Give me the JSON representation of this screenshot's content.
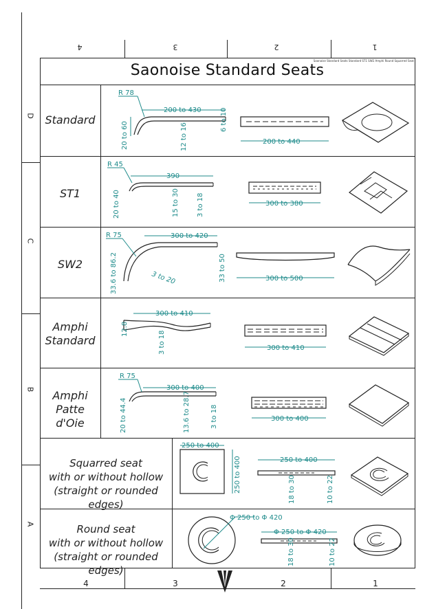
{
  "title": "Saonoise Standard Seats",
  "title_note": "Saonoise Standard Seats Standard ST1 SW2 Amphi Round Squarred Seat",
  "zones": {
    "top": [
      "4",
      "3",
      "2",
      "1"
    ],
    "bottom": [
      "4",
      "3",
      "2",
      "1"
    ],
    "left": [
      "D",
      "C",
      "B",
      "A"
    ]
  },
  "rows": [
    {
      "label": "Standard",
      "dims": {
        "radius": "R 78",
        "length": "200 to 430",
        "height": "20 to 60",
        "mid": "12 to 16",
        "end": "6 to 10",
        "width": "200 to 440"
      }
    },
    {
      "label": "ST1",
      "dims": {
        "radius": "R 45",
        "length": "390",
        "height": "20 to 40",
        "mid": "15 to 30",
        "end": "3 to 18",
        "width": "300 to 380"
      }
    },
    {
      "label": "SW2",
      "dims": {
        "radius": "R 75",
        "length": "300 to 420",
        "height": "33.6 to 86.2",
        "mid": "3 to 20",
        "end": "33 to 50",
        "width": "300 to 500"
      }
    },
    {
      "label_line1": "Amphi",
      "label_line2": "Standard",
      "dims": {
        "length": "300 to 410",
        "height": "12.8",
        "mid": "3 to 18",
        "width": "300 to 410"
      }
    },
    {
      "label_line1": "Amphi",
      "label_line2": "Patte d'Oie",
      "dims": {
        "radius": "R 75",
        "length": "300 to 400",
        "height": "20 to 44.4",
        "mid": "13.6 to 28.7",
        "end": "3 to 18",
        "width": "300 to 400"
      }
    },
    {
      "label_line1": "Squarred seat",
      "label_line2": "with or without hollow",
      "label_line3": "(straight or rounded edges)",
      "dims": {
        "top": "250 to 400",
        "side": "250 to 400",
        "length": "250 to 400",
        "mid": "18 to 30",
        "end": "10 to 22"
      }
    },
    {
      "label_line1": "Round seat",
      "label_line2": "with or without hollow",
      "label_line3": "(straight or rounded edges)",
      "dims": {
        "diameter": "Φ 250 to Φ 420",
        "length": "Φ 250 to Φ 420",
        "mid": "18 to 30",
        "end": "10 to 22"
      }
    }
  ]
}
